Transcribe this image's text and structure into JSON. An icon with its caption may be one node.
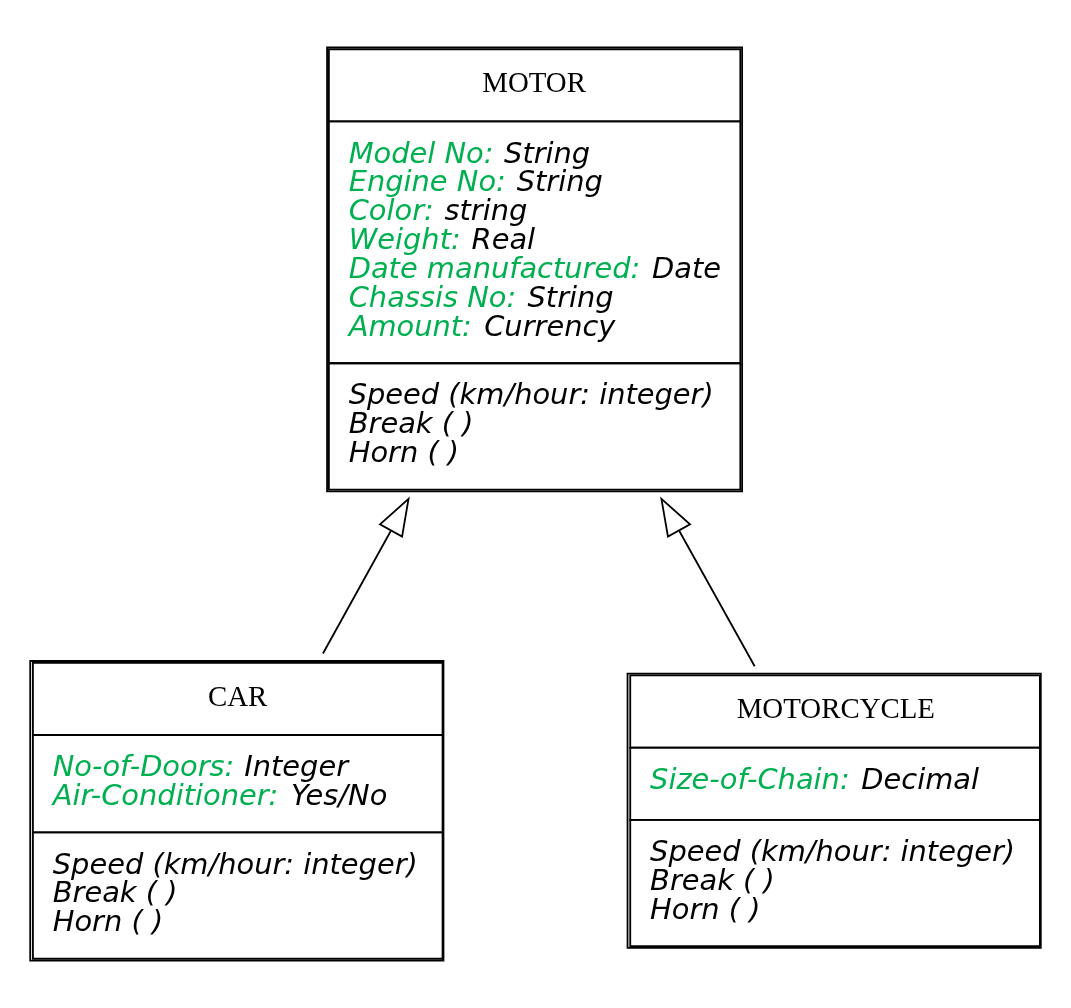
{
  "diagram": {
    "nodes": [
      {
        "text": [
          "MOTOR",
          "Model No: String",
          "Engine No: String",
          "Color: string",
          "Weight: Real",
          "Date manufactured: Date",
          "Chassis No: String",
          "Amount: Currency",
          "Speed (km/hour: integer)",
          "Break ( )",
          "Horn ( )"
        ]
      },
      {
        "text": [
          "CAR",
          "No-of-Doors: Integer",
          "Air-Conditioner: Yes/No",
          "Speed (km/hour: integer)",
          "Break ( )",
          "Horn ( )"
        ]
      },
      {
        "text": [
          "MOTORCYCLE",
          "Size-of-Chain: Decimal",
          "Speed (km/hour: integer)",
          "Break ( )",
          "Horn ( )"
        ]
      }
    ],
    "edges": [
      {
        "from": 1,
        "to": 0,
        "arrow": "to"
      },
      {
        "from": 2,
        "to": 0,
        "arrow": "to"
      }
    ]
  }
}
